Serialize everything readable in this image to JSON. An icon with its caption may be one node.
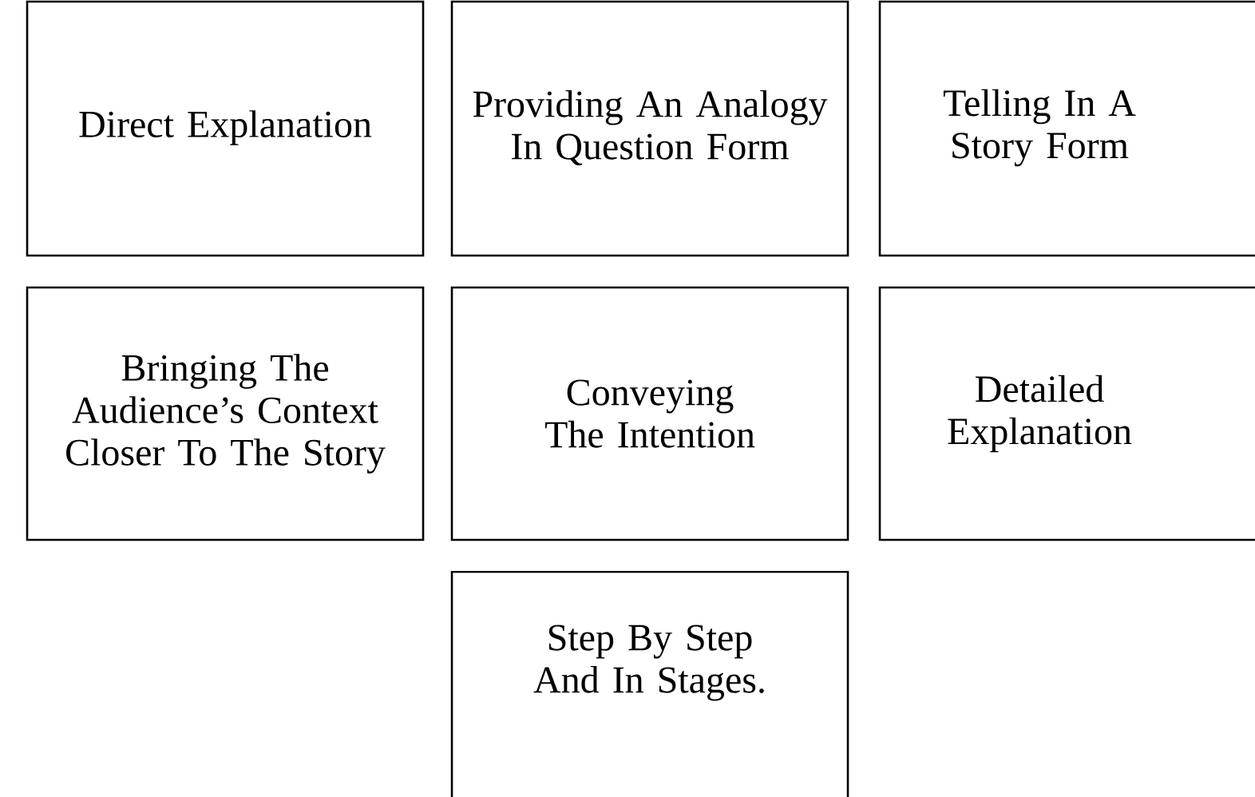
{
  "diagram": {
    "nodes": [
      {
        "text": [
          "Direct Explanation"
        ]
      },
      {
        "text": [
          "Providing An Analogy In Question Form"
        ]
      },
      {
        "text": [
          "Telling In A Story Form"
        ]
      },
      {
        "text": [
          "Bringing The Audience’s Context Closer To The Story"
        ]
      },
      {
        "text": [
          "Conveying The Intention"
        ]
      },
      {
        "text": [
          "Detailed Explanation"
        ]
      },
      {
        "text": [
          "Step By Step And In Stages."
        ]
      }
    ]
  }
}
